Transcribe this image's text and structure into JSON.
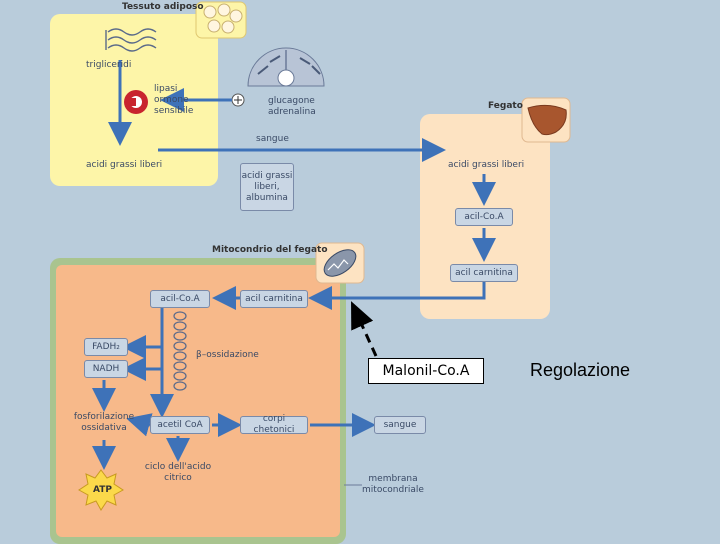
{
  "adipose": {
    "title": "Tessuto adiposo",
    "triglycerides": "trigliceridi",
    "lipase": "lipasi\normone\nsensibile",
    "hormones": "glucagone\nadrenalina",
    "blood": "sangue",
    "free_fatty_acids": "acidi grassi liberi",
    "fa_albumin": "acidi grassi\nliberi,\nalbumina"
  },
  "liver": {
    "title": "Fegato",
    "free_fatty_acids": "acidi grassi liberi",
    "acyl_coa": "acil-Co.A",
    "acyl_carnitine": "acil carnitina"
  },
  "mito": {
    "title": "Mitocondrio del fegato",
    "acyl_coa": "acil-Co.A",
    "acyl_carnitine": "acil carnitina",
    "fadh2": "FADH₂",
    "nadh": "NADH",
    "beta_ox": "β–ossidazione",
    "ox_phos": "fosforilazione\nossidativa",
    "acetyl_coa": "acetil CoA",
    "ketone_bodies": "corpi chetonici",
    "blood": "sangue",
    "citric_cycle": "ciclo dell'acido\ncitrico",
    "atp": "ATP",
    "membrane": "membrana\nmitocondriale"
  },
  "overlay": {
    "malonyl": "Malonil-Co.A",
    "regulation": "Regolazione"
  },
  "colors": {
    "background": "#b9ccdb",
    "adipose_panel": "#fdf5a8",
    "liver_panel": "#fde3c2",
    "mito_outer": "#a9c48f",
    "mito_inner": "#f7b98a",
    "arrow": "#3e72b8",
    "box": "#c9d6e4"
  },
  "icons": [
    "fat-cells-icon",
    "lipase-enzyme-icon",
    "receptor-icon",
    "plus-icon",
    "liver-icon",
    "mitochondrion-icon",
    "atp-burst-icon"
  ]
}
